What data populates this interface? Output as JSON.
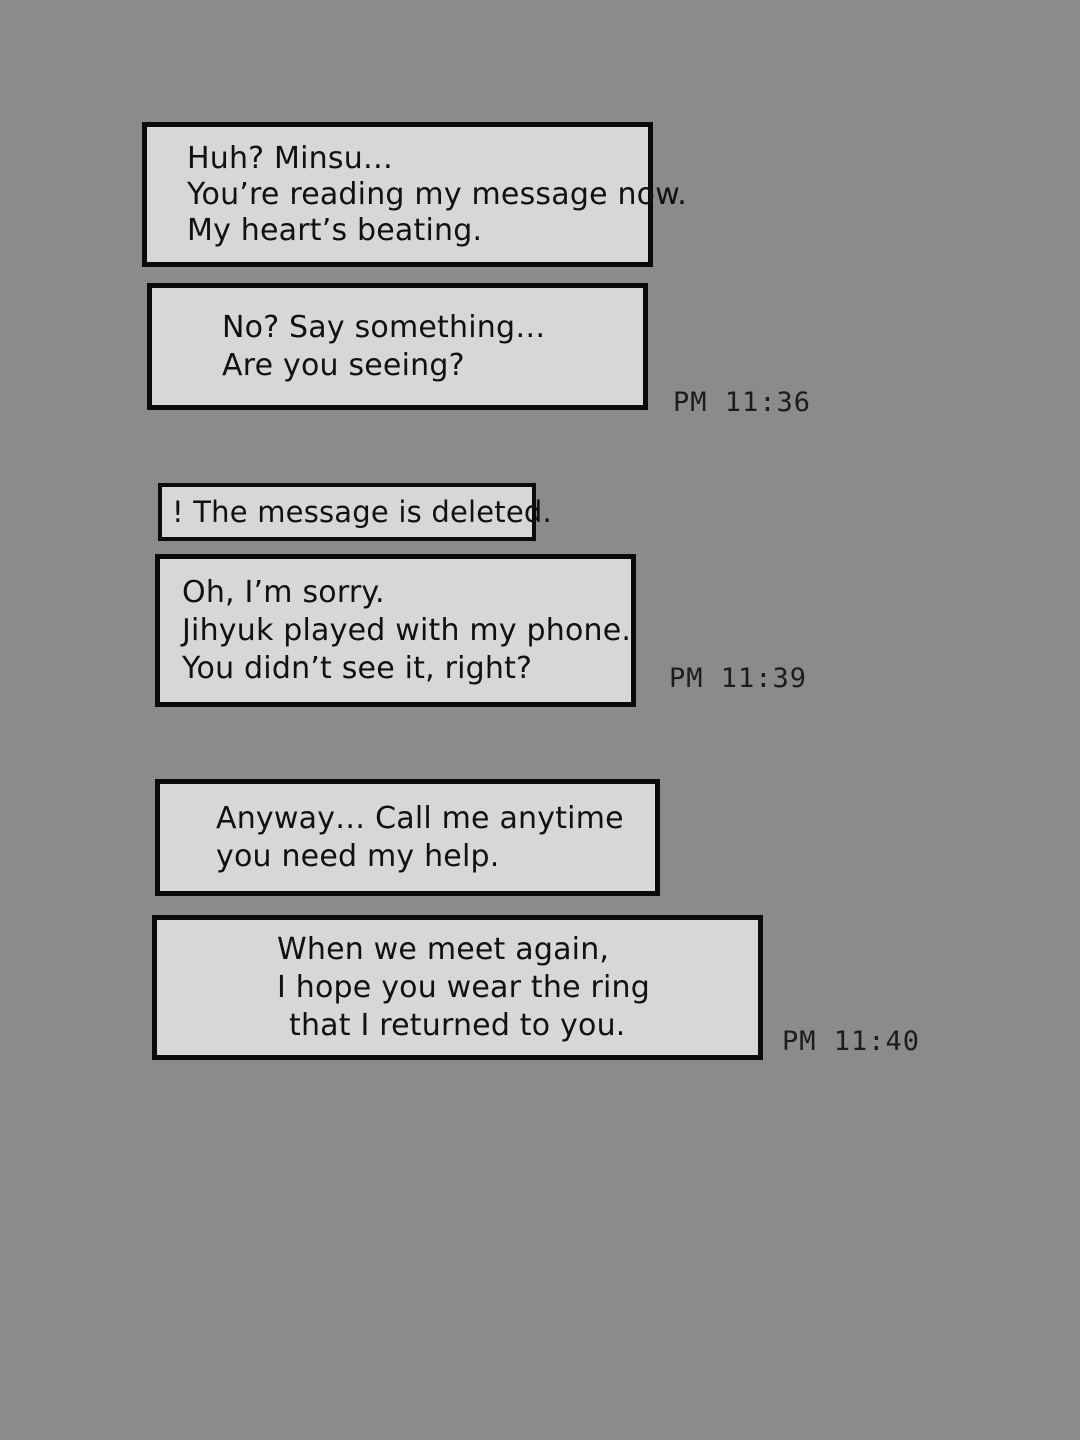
{
  "scene": {
    "background_color": "#8b8b8b",
    "bubble_fill_color": "#d7d7d7",
    "bubble_border_color": "#0b0b0b",
    "text_color": "#111111"
  },
  "messages": [
    {
      "id": "bubble-1",
      "kind": "speech",
      "lines": [
        "Huh? Minsu…",
        "You’re reading my message now.",
        "My heart’s beating."
      ]
    },
    {
      "id": "bubble-2",
      "kind": "speech",
      "lines": [
        "No? Say something…",
        "Are you seeing?"
      ]
    },
    {
      "id": "bubble-deleted",
      "kind": "system",
      "lines": [
        "! The message is deleted."
      ]
    },
    {
      "id": "bubble-4",
      "kind": "speech",
      "lines": [
        "Oh, I’m sorry.",
        "Jihyuk played with my phone.",
        "You didn’t see it, right?"
      ]
    },
    {
      "id": "bubble-5",
      "kind": "speech",
      "lines": [
        "Anyway… Call me anytime",
        "you need my help."
      ]
    },
    {
      "id": "bubble-6",
      "kind": "speech",
      "lines": [
        "When we meet again,",
        "I hope you wear the ring",
        "that I returned to you."
      ]
    }
  ],
  "timestamps": [
    {
      "id": "ts-1",
      "text": "PM 11:36"
    },
    {
      "id": "ts-2",
      "text": "PM 11:39"
    },
    {
      "id": "ts-3",
      "text": "PM 11:40"
    }
  ]
}
